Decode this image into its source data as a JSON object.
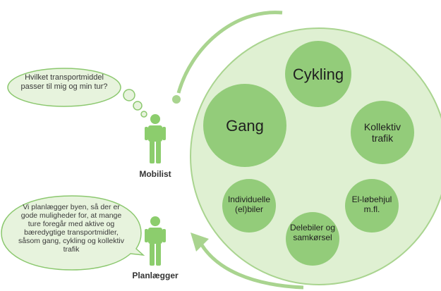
{
  "colors": {
    "outer_circle_fill": "#dff0d2",
    "outer_circle_stroke": "#a9d48f",
    "mode_circle": "#93cc7a",
    "bubble_fill": "#e7f3dd",
    "bubble_stroke": "#8cc86f",
    "person": "#8ccd6d",
    "arrow": "#a9d48f"
  },
  "question_bubble": {
    "text": "Hvilket transportmiddel passer til mig og min tur?"
  },
  "planner_bubble": {
    "text": "Vi planlægger byen, så der er gode muligheder for, at mange ture foregår med aktive og bæredygtige transportmidler, såsom gang, cykling og kollektiv trafik"
  },
  "roles": {
    "mobilist": "Mobilist",
    "planner": "Planlægger"
  },
  "modes": {
    "cycling": "Cykling",
    "walking": "Gang",
    "public_transit": "Kollektiv trafik",
    "individual_cars": "Individuelle (el)biler",
    "e_scooter": "El-løbehjul m.fl.",
    "shared": "Delebiler og samkørsel"
  }
}
